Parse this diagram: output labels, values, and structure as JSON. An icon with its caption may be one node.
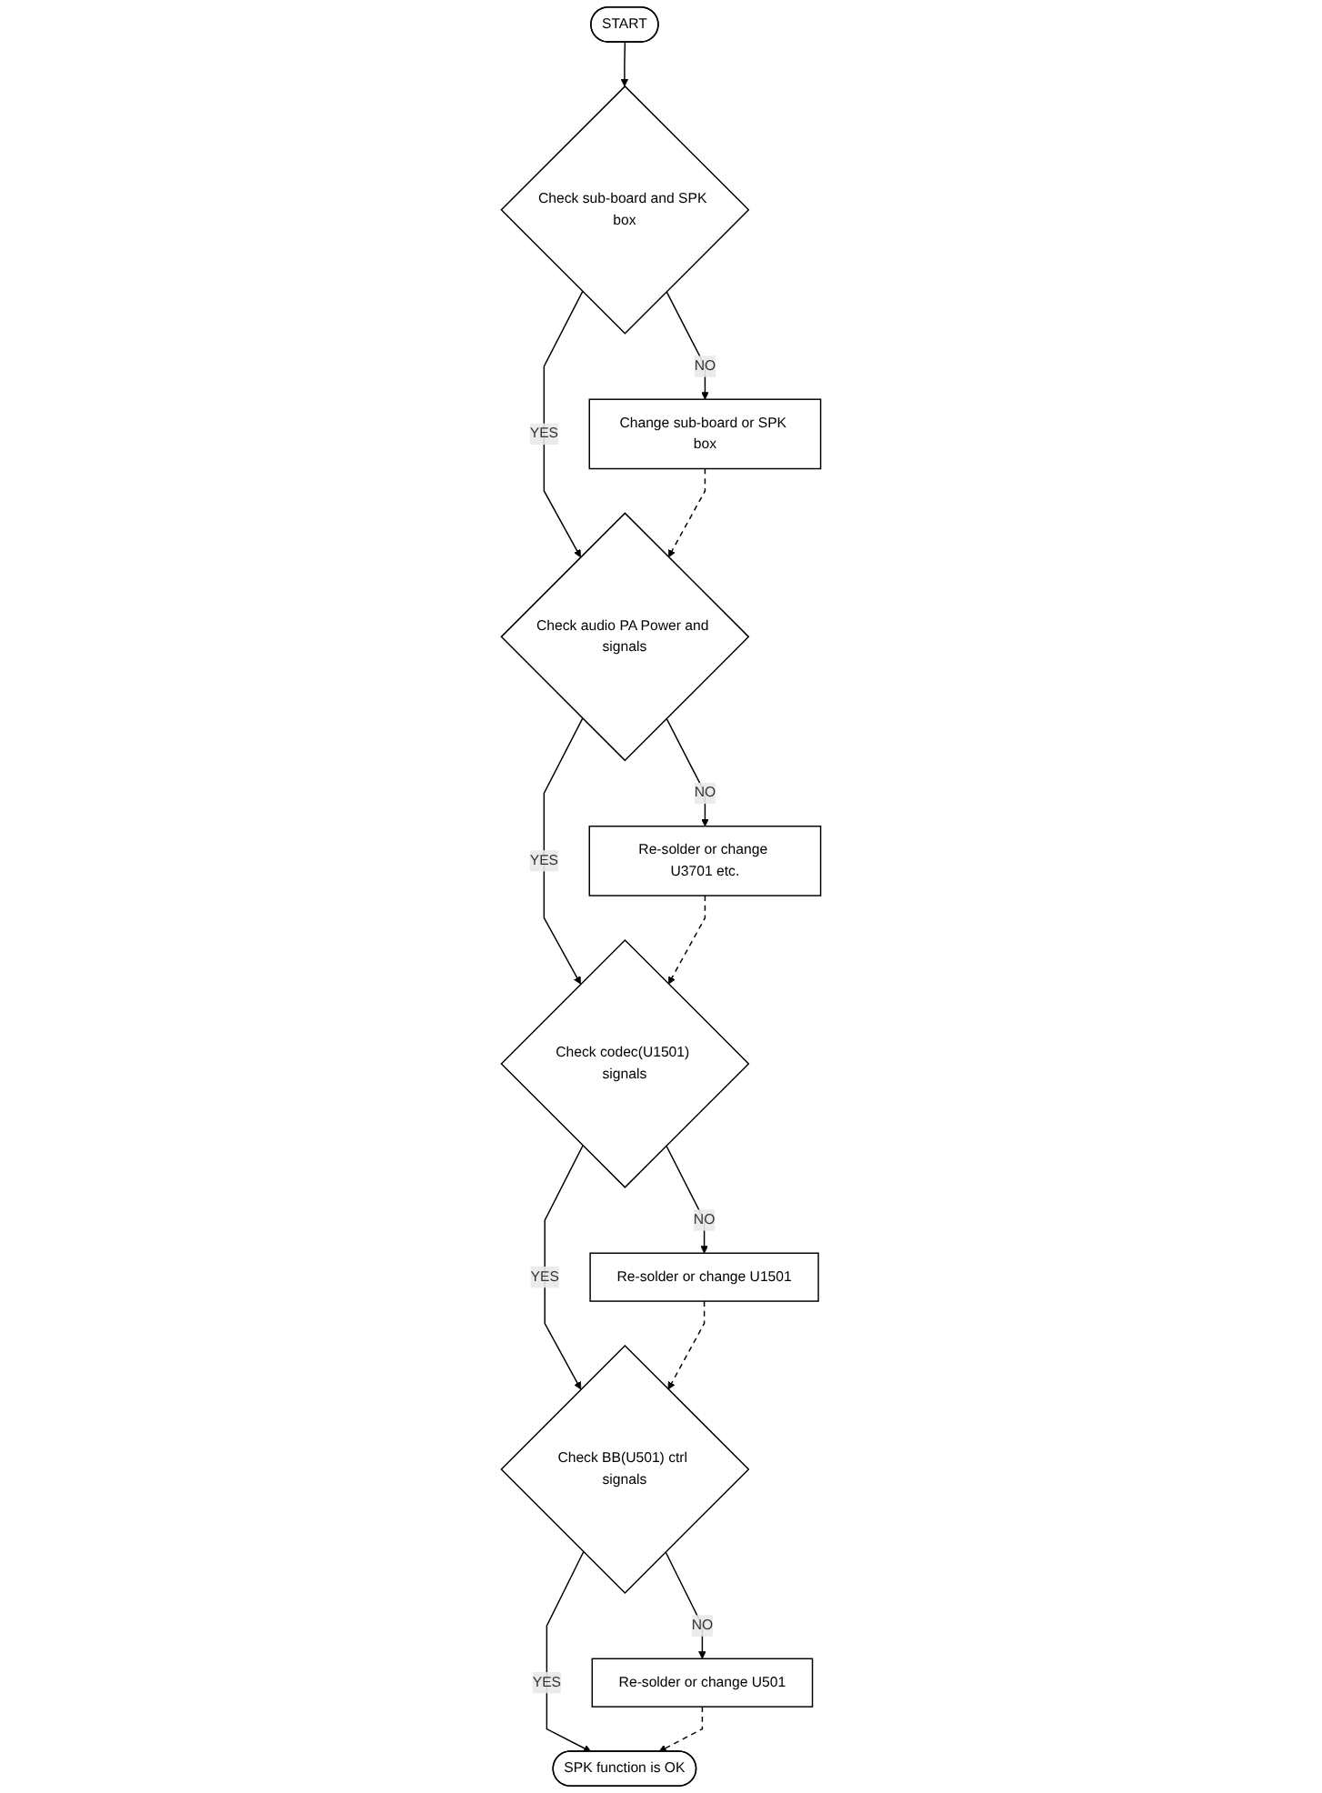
{
  "diagram": {
    "nodes": [
      {
        "text": [
          "START"
        ]
      },
      {
        "text": [
          "Check sub-board and SPK box"
        ]
      },
      {
        "text": [
          "Check audio PA Power and signals"
        ]
      },
      {
        "text": [
          "Change sub-board or SPK box"
        ]
      },
      {
        "text": [
          "Check codec(U1501) signals"
        ]
      },
      {
        "text": [
          "Re-solder or change U3701 etc."
        ]
      },
      {
        "text": [
          "Check BB(U501) ctrl signals"
        ]
      },
      {
        "text": [
          "Re-solder or change U1501"
        ]
      },
      {
        "text": [
          "SPK function is OK"
        ]
      },
      {
        "text": [
          "Re-solder or change U501"
        ]
      }
    ],
    "edges": [
      {
        "from": 0,
        "to": 1,
        "arrow": "to"
      },
      {
        "from": 1,
        "to": 2,
        "arrow": "to",
        "label": "YES"
      },
      {
        "from": 1,
        "to": 3,
        "arrow": "to",
        "label": "NO"
      },
      {
        "from": 3,
        "to": 2,
        "arrow": "to",
        "style": "dashed"
      },
      {
        "from": 2,
        "to": 4,
        "arrow": "to",
        "label": "YES"
      },
      {
        "from": 2,
        "to": 5,
        "arrow": "to",
        "label": "NO"
      },
      {
        "from": 5,
        "to": 4,
        "arrow": "to",
        "style": "dashed"
      },
      {
        "from": 4,
        "to": 6,
        "arrow": "to",
        "label": "YES"
      },
      {
        "from": 4,
        "to": 7,
        "arrow": "to",
        "label": "NO"
      },
      {
        "from": 7,
        "to": 6,
        "arrow": "to",
        "style": "dashed"
      },
      {
        "from": 6,
        "to": 8,
        "arrow": "to",
        "label": "YES"
      },
      {
        "from": 6,
        "to": 9,
        "arrow": "to",
        "label": "NO"
      },
      {
        "from": 9,
        "to": 8,
        "arrow": "to",
        "style": "dashed"
      }
    ]
  }
}
